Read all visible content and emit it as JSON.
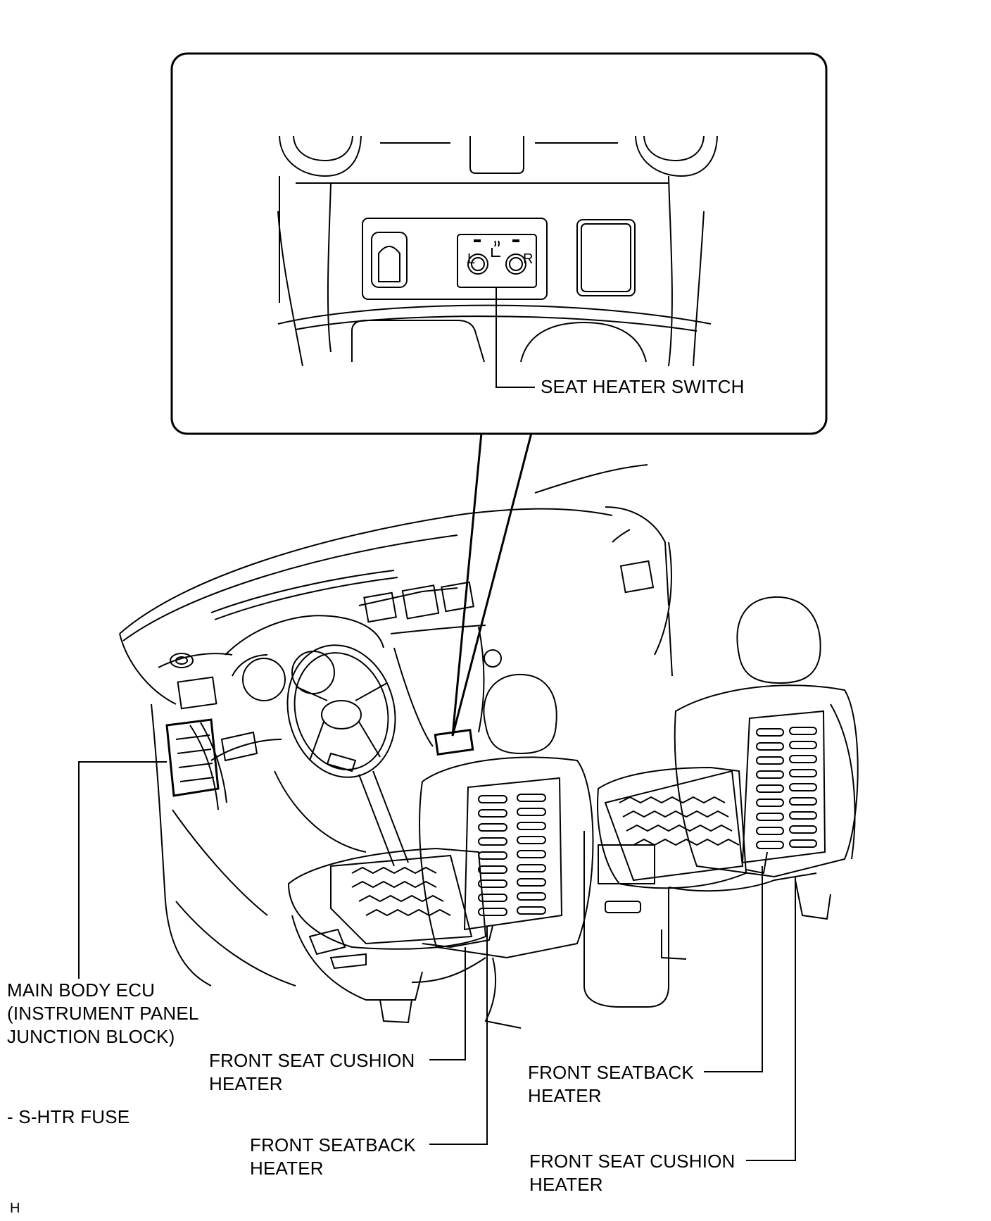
{
  "labels": {
    "seat_heater_switch": "SEAT HEATER SWITCH",
    "main_body_ecu_1": "MAIN BODY ECU",
    "main_body_ecu_2": "(INSTRUMENT PANEL",
    "main_body_ecu_3": "JUNCTION BLOCK)",
    "s_htr_fuse": "- S-HTR FUSE",
    "cushion_left_1": "FRONT SEAT CUSHION",
    "cushion_left_2": "HEATER",
    "seatback_left_1": "FRONT SEATBACK",
    "seatback_left_2": "HEATER",
    "seatback_right_1": "FRONT SEATBACK",
    "seatback_right_2": "HEATER",
    "cushion_right_1": "FRONT SEAT CUSHION",
    "cushion_right_2": "HEATER",
    "corner_code": "H",
    "switch_left": "L",
    "switch_right": "R"
  },
  "icons": {
    "seat_heater": "seat-heater-icon"
  }
}
